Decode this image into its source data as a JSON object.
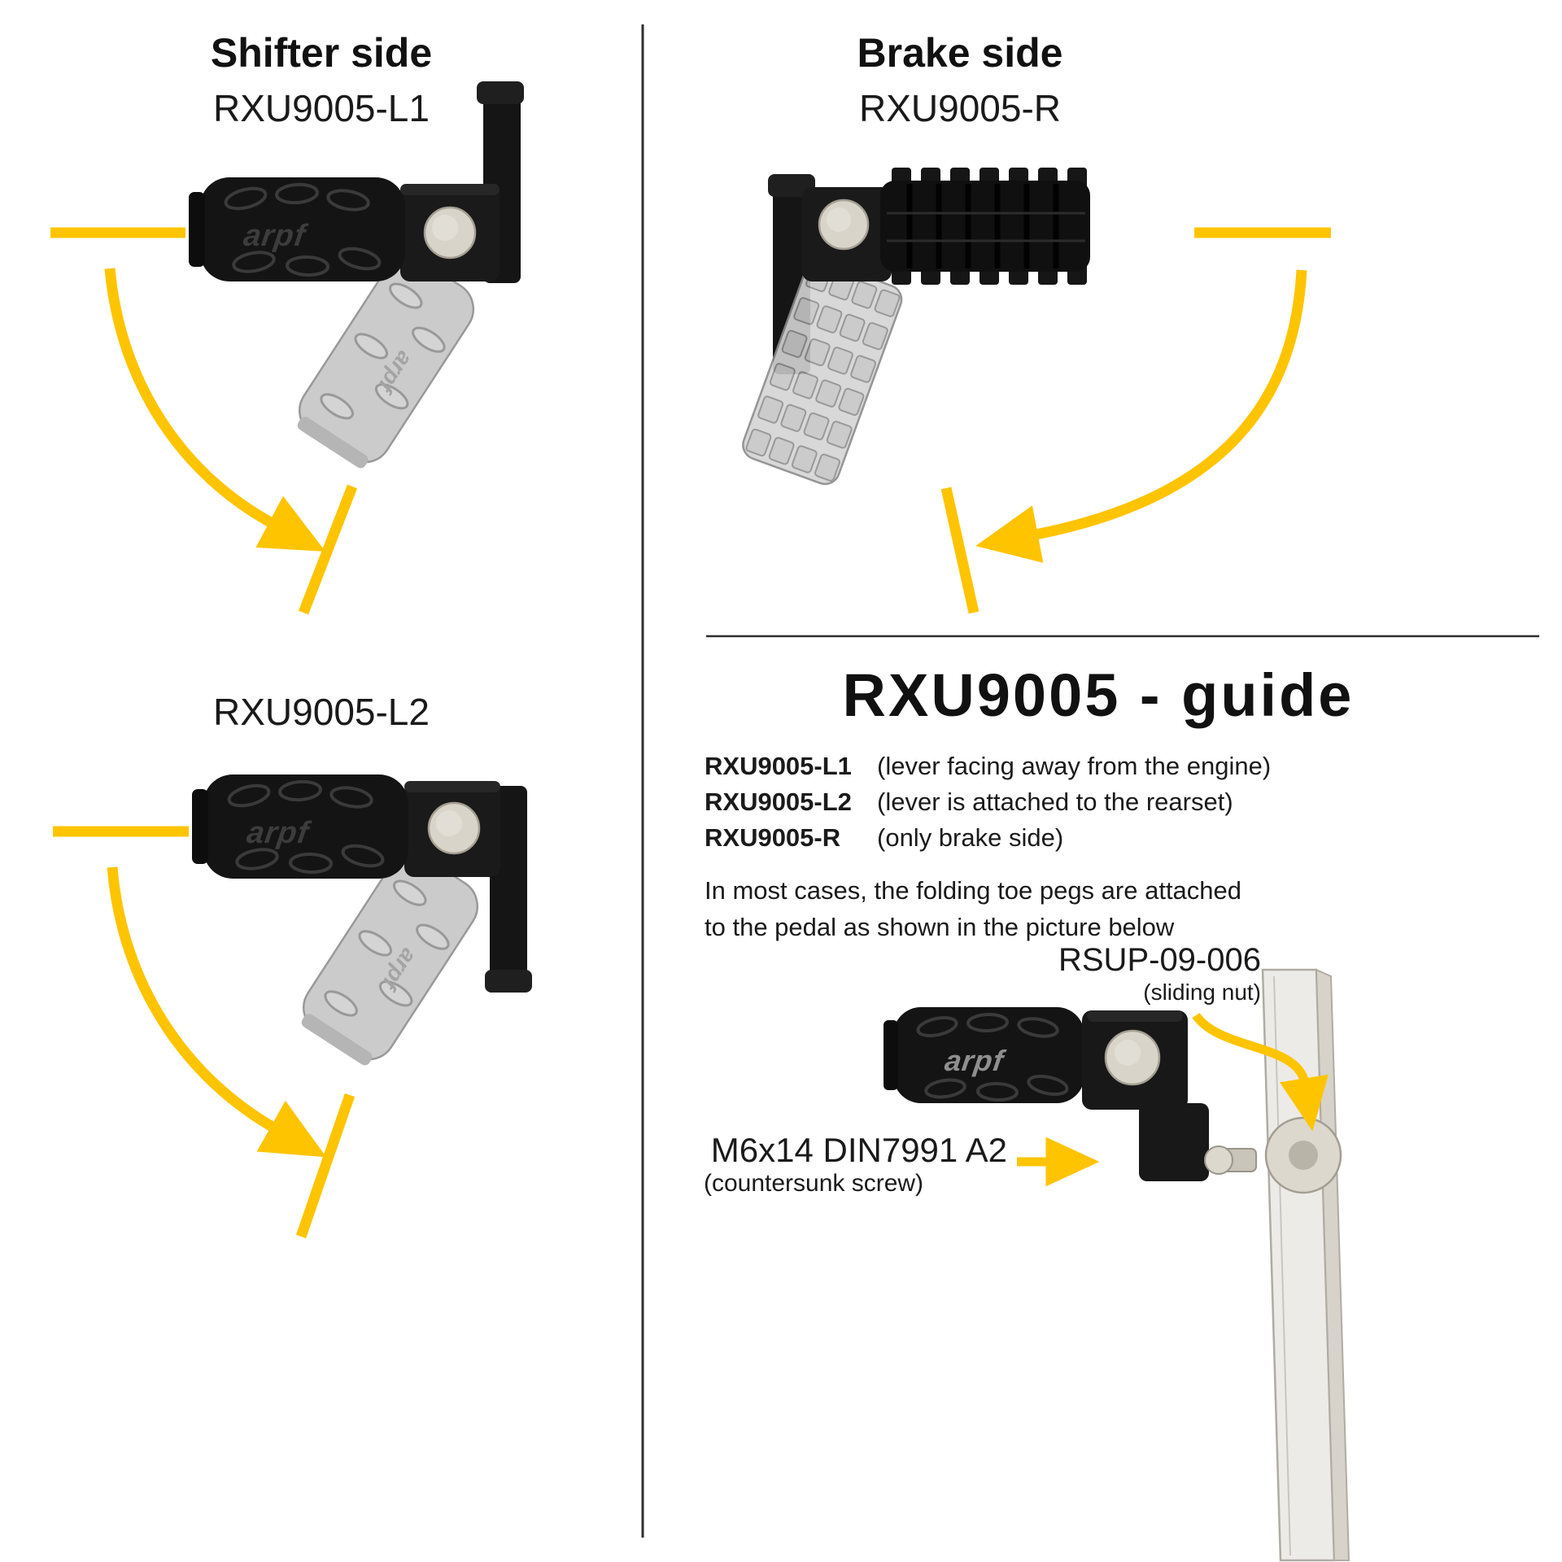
{
  "accent_color": "#FFC400",
  "ink_color": "#1a1a1a",
  "logo": "arpf",
  "shifter": {
    "title": "Shifter side",
    "variant1": "RXU9005-L1",
    "variant2": "RXU9005-L2"
  },
  "brake": {
    "title": "Brake side",
    "variant": "RXU9005-R"
  },
  "guide": {
    "heading": "RXU9005 - guide",
    "items": [
      {
        "part": "RXU9005-L1",
        "desc": "(lever facing away from the engine)"
      },
      {
        "part": "RXU9005-L2",
        "desc": "(lever is attached to the rearset)"
      },
      {
        "part": "RXU9005-R",
        "desc": "(only brake side)"
      }
    ],
    "note_line1": "In most cases, the folding toe pegs are attached",
    "note_line2": "to the pedal as shown in the picture below",
    "sliding_nut": {
      "part": "RSUP-09-006",
      "desc": "(sliding nut)"
    },
    "screw": {
      "part": "M6x14 DIN7991 A2",
      "desc": "(countersunk screw)"
    }
  }
}
